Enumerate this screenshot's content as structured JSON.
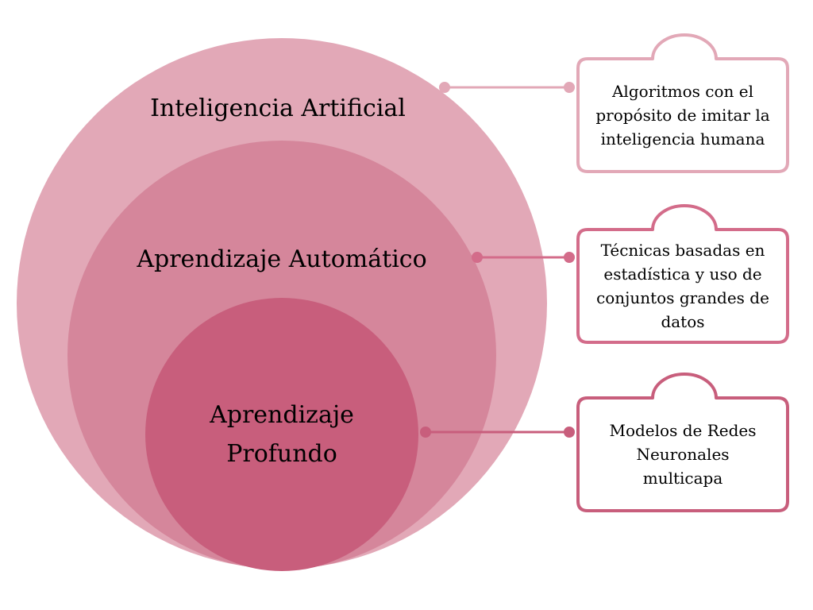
{
  "colors": {
    "outer_circle": "#e2a8b7",
    "middle_circle": "#d5869b",
    "inner_circle": "#c85e7c",
    "connector_1": "#e2a8b7",
    "connector_2": "#d36c8a",
    "connector_3": "#c85e7c",
    "callout_fill": "#ffffff"
  },
  "circles": {
    "outer": {
      "label": "Inteligencia Artificial"
    },
    "middle": {
      "label": "Aprendizaje Automático"
    },
    "inner": {
      "label_line1": "Aprendizaje",
      "label_line2": "Profundo"
    }
  },
  "callouts": [
    {
      "text": "Algoritmos con el propósito de imitar la inteligencia humana"
    },
    {
      "text": "Técnicas basadas en estadística y uso de conjuntos grandes de datos"
    },
    {
      "text": "Modelos de Redes Neuronales multicapa"
    }
  ]
}
